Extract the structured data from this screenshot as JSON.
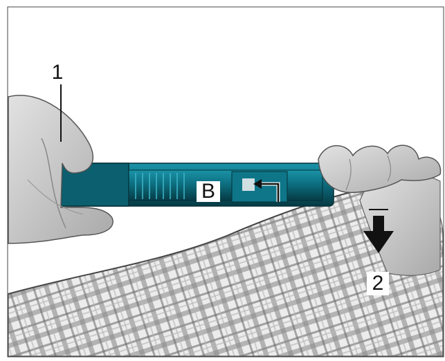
{
  "labels": {
    "pointer_1": "1",
    "window_b": "B",
    "step_2": "2"
  },
  "colors": {
    "pen_body": "#0d6f80",
    "pen_dark": "#07414c",
    "pen_light": "#1a93a8",
    "skin": "#cfcfcf",
    "skin_shadow": "#9a9a9a",
    "sleeve_light": "#e8e8e8",
    "sleeve_dark": "#7a7a7a",
    "arrow": "#111111",
    "frame_border": "#444444"
  }
}
